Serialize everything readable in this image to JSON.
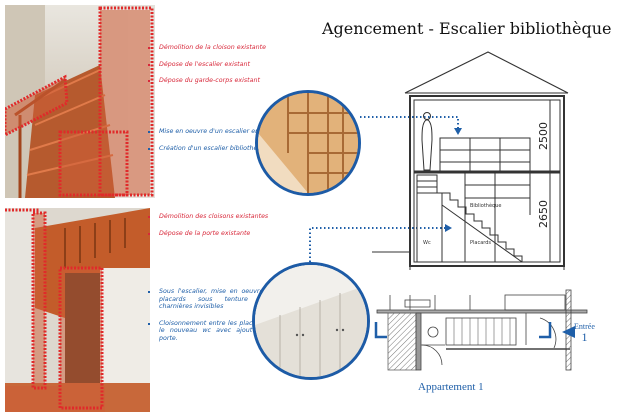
{
  "title": "Agencement - Escalier bibliothèque",
  "top_section": {
    "demolition_items": [
      "Démolition de la cloison existante",
      "Dépose de l'escalier existant",
      "Dépose du garde-corps existant"
    ],
    "new_items": [
      "Mise en oeuvre d'un escalier en bois",
      "Création d'un escalier bibliothèque"
    ]
  },
  "bottom_section": {
    "demolition_items": [
      "Démolition des cloisons existantes",
      "Dépose de la porte existante"
    ],
    "new_items": [
      "Sous l'escalier, mise en oeuvre de placards sous tenture avec charnières invisibles",
      "Cloisonnement entre les placards et le nouveau wc avec ajout d'une porte."
    ]
  },
  "section_drawing": {
    "dimension_upper": "2500",
    "dimension_lower": "2650",
    "label_library": "Bibliothèque",
    "label_wc": "Wc",
    "label_cupboards": "Placards"
  },
  "plan": {
    "caption": "Appartement 1",
    "entrance_label": "Entrée",
    "entrance_number": "1"
  },
  "colors": {
    "demolition": "#d8283a",
    "new_work": "#1f5fa8",
    "accent_circle": "#1d5ba6"
  }
}
